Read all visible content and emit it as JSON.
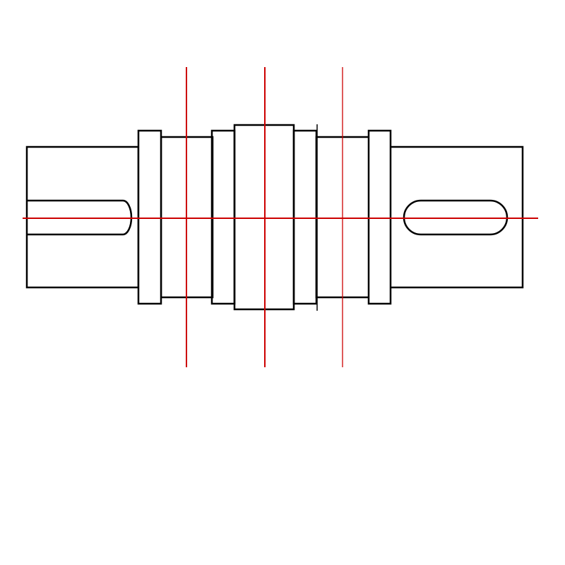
{
  "drawing": {
    "subject": "stepped-shaft",
    "outline_color": "#000000",
    "centerline_color": "#cc0000",
    "background_color": "#ffffff",
    "shaft_segments": [
      {
        "name": "left-end-segment"
      },
      {
        "name": "left-shoulder-ring"
      },
      {
        "name": "left-journal"
      },
      {
        "name": "left-step-collar"
      },
      {
        "name": "center-collar"
      },
      {
        "name": "right-step-collar"
      },
      {
        "name": "right-journal"
      },
      {
        "name": "right-shoulder-ring"
      },
      {
        "name": "right-end-segment"
      }
    ],
    "keyways": [
      {
        "name": "left-keyway"
      },
      {
        "name": "right-keyway"
      }
    ],
    "centerlines": [
      {
        "name": "horizontal-axis"
      },
      {
        "name": "left-section-line"
      },
      {
        "name": "center-section-line"
      },
      {
        "name": "right-section-line"
      }
    ]
  }
}
